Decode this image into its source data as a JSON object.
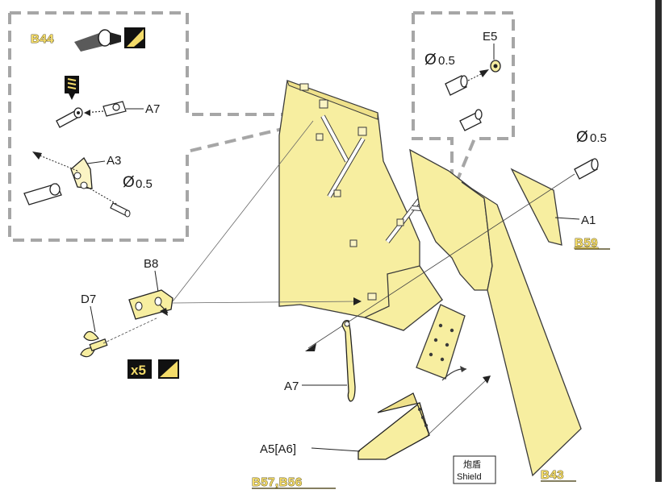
{
  "callout_top_left": {
    "part_b44": "B44",
    "part_a7": "A7",
    "part_a3": "A3",
    "dia_symbol": "Ø",
    "dia_value": "0.5"
  },
  "callout_top_right": {
    "part_e5": "E5",
    "dia_symbol": "Ø",
    "dia_value": "0.5"
  },
  "main": {
    "dia_symbol": "Ø",
    "dia_value": "0.5",
    "part_a1": "A1",
    "code_b59": "B59",
    "part_b8": "B8",
    "part_d7": "D7",
    "qty_badge": "x5",
    "part_a7": "A7",
    "part_a5": "A5[A6]",
    "code_b57_b56": "B57,B56",
    "shield_cn": "炮盾",
    "shield_en": "Shield",
    "code_b43": "B43"
  },
  "colors": {
    "part_fill": "#f7eea0",
    "part_stroke": "#3a3a3a",
    "dashed_box": "#a6a6a6",
    "code_fill": "#f4dc6a"
  }
}
